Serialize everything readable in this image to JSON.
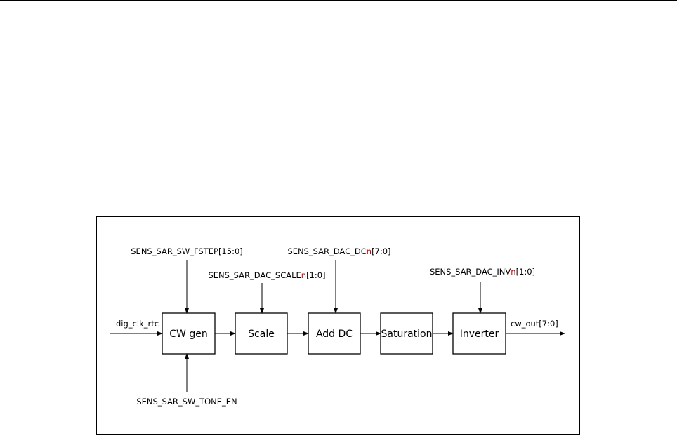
{
  "diagram": {
    "blocks": {
      "cw_gen": "CW gen",
      "scale": "Scale",
      "add_dc": "Add DC",
      "saturation": "Saturation",
      "inverter": "Inverter"
    },
    "signals": {
      "input_clk": "dig_clk_rtc",
      "output": "cw_out[7:0]",
      "fstep": "SENS_SAR_SW_FSTEP[15:0]",
      "tone_en": "SENS_SAR_SW_TONE_EN",
      "scale_prefix": "SENS_SAR_DAC_SCALE",
      "scale_suffix": "[1:0]",
      "dc_prefix": "SENS_SAR_DAC_DC",
      "dc_suffix": "[7:0]",
      "inv_prefix": "SENS_SAR_DAC_INV",
      "inv_suffix": "[1:0]",
      "channel_var": "n"
    },
    "colors": {
      "line": "#000000",
      "channel_var": "#d00000"
    }
  }
}
